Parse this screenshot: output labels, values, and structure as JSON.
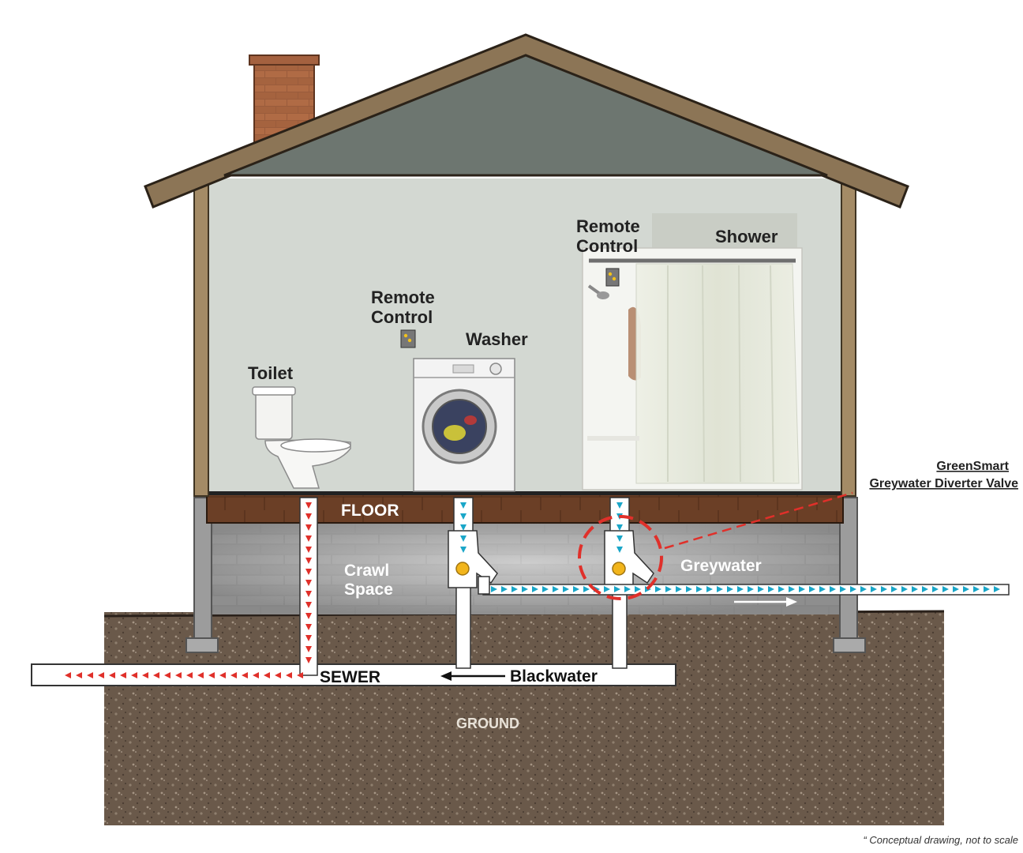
{
  "labels": {
    "toilet": "Toilet",
    "remote_control_washer_line1": "Remote",
    "remote_control_washer_line2": "Control",
    "washer": "Washer",
    "remote_control_shower_line1": "Remote",
    "remote_control_shower_line2": "Control",
    "shower": "Shower",
    "floor": "FLOOR",
    "crawl_space_line1": "Crawl",
    "crawl_space_line2": "Space",
    "greywater": "Greywater",
    "sewer": "SEWER",
    "blackwater": "Blackwater",
    "ground": "GROUND",
    "valve_line1": "GreenSmart",
    "valve_line2": "Greywater Diverter Valve",
    "footnote": "“ Conceptual drawing, not to scale"
  },
  "colors": {
    "roof": "#8c7556",
    "roof_inner": "#6d7670",
    "wall": "#d3d8d2",
    "floor_wood": "#6b3f26",
    "crawl": "#b9b9b9",
    "ground": "#6b5a4b",
    "pipe": "#ffffff",
    "blackwater_arrow": "#e0302a",
    "greywater_arrow": "#1aa6c8",
    "valve_highlight": "#e0302a",
    "valve_body": "#f2b51b"
  }
}
